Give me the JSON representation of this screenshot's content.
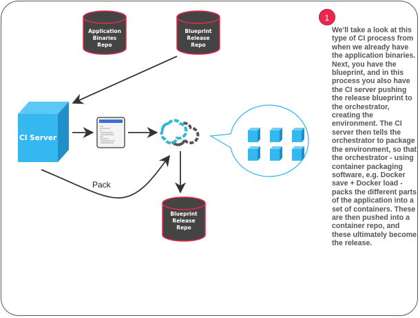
{
  "diagram": {
    "repos": {
      "app_binaries": {
        "lines": [
          "Application",
          "Binaries",
          "Repo"
        ]
      },
      "blueprint_top": {
        "lines": [
          "Blueprint",
          "Release",
          "Repo"
        ]
      },
      "blueprint_bottom": {
        "lines": [
          "Blueprint",
          "Release",
          "Repo"
        ]
      }
    },
    "ci_server": {
      "label": "CI Server"
    },
    "blueprint_doc": {
      "icon": "document-icon"
    },
    "orchestrator": {
      "icon": "cloud-gear-icon"
    },
    "containers": {
      "count": 6,
      "icon": "container-cube-icon"
    },
    "edges": {
      "pack_label": "Pack"
    },
    "note": {
      "badge": "1",
      "text": "We'll take a look at this type of CI process from when we already have the application binaries. Next, you have the blueprint, and in this process you also have the CI server pushing the release blueprint to the orchestrator, creating the environment.  The CI server then tells the orchestrator to package the environment, so that the orchestrator - using container packaging software, e.g. Docker save + Docker load - packs the different parts of the application into a set of containers. These are then pushed into a container repo, and these ultimately become the release."
    },
    "colors": {
      "repo_fill": "#444444",
      "repo_stroke": "#e8294d",
      "ci_blue": "#35b8f0",
      "ci_dark": "#1e90c8",
      "orchestrator_teal": "#2fb7d3",
      "orchestrator_gray": "#555555",
      "bubble_stroke": "#3cb6ee",
      "badge_red": "#e8294d"
    }
  }
}
